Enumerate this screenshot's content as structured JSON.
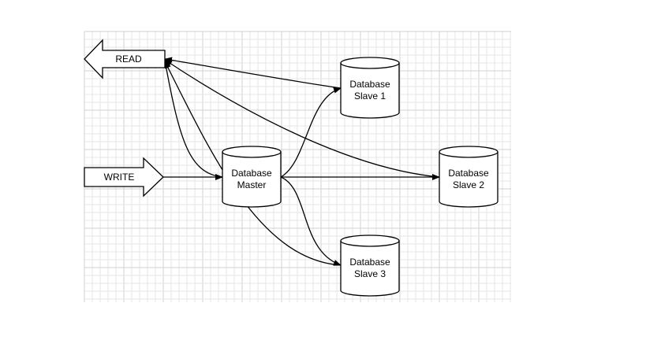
{
  "arrows": {
    "read": "READ",
    "write": "WRITE"
  },
  "nodes": {
    "master": {
      "line1": "Database",
      "line2": "Master"
    },
    "slave1": {
      "line1": "Database",
      "line2": "Slave 1"
    },
    "slave2": {
      "line1": "Database",
      "line2": "Slave 2"
    },
    "slave3": {
      "line1": "Database",
      "line2": "Slave 3"
    }
  },
  "colors": {
    "stroke": "#000000",
    "fill": "#ffffff",
    "grid_minor": "#e6e6e6",
    "grid_major": "#d2d2d2"
  }
}
